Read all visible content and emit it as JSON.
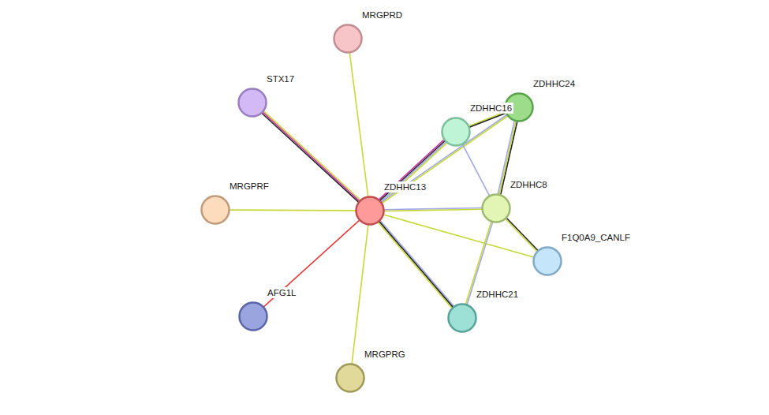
{
  "diagram": {
    "nodes": [
      {
        "text": [
          "MRGPRD"
        ]
      },
      {
        "text": [
          "STX17"
        ]
      },
      {
        "text": [
          "ZDHHC24"
        ]
      },
      {
        "text": [
          "ZDHHC16"
        ]
      },
      {
        "text": [
          "MRGPRF"
        ]
      },
      {
        "text": [
          "ZDHHC13"
        ]
      },
      {
        "text": [
          "ZDHHC8"
        ]
      },
      {
        "text": [
          "F1Q0A9_CANLF"
        ]
      },
      {
        "text": [
          "AFG1L"
        ]
      },
      {
        "text": [
          "ZDHHC21"
        ]
      },
      {
        "text": [
          "MRGPRG"
        ]
      }
    ],
    "edges": [
      {
        "from": 5,
        "to": 0,
        "arrow": "none"
      },
      {
        "from": 5,
        "to": 1,
        "arrow": "none"
      },
      {
        "from": 5,
        "to": 3,
        "arrow": "none"
      },
      {
        "from": 5,
        "to": 2,
        "arrow": "none"
      },
      {
        "from": 5,
        "to": 6,
        "arrow": "none"
      },
      {
        "from": 5,
        "to": 7,
        "arrow": "none"
      },
      {
        "from": 5,
        "to": 9,
        "arrow": "none"
      },
      {
        "from": 5,
        "to": 8,
        "arrow": "none"
      },
      {
        "from": 5,
        "to": 10,
        "arrow": "none"
      },
      {
        "from": 5,
        "to": 4,
        "arrow": "none"
      },
      {
        "from": 3,
        "to": 2,
        "arrow": "none"
      },
      {
        "from": 3,
        "to": 6,
        "arrow": "none"
      },
      {
        "from": 2,
        "to": 6,
        "arrow": "none"
      },
      {
        "from": 6,
        "to": 7,
        "arrow": "none"
      },
      {
        "from": 6,
        "to": 9,
        "arrow": "none"
      }
    ]
  }
}
